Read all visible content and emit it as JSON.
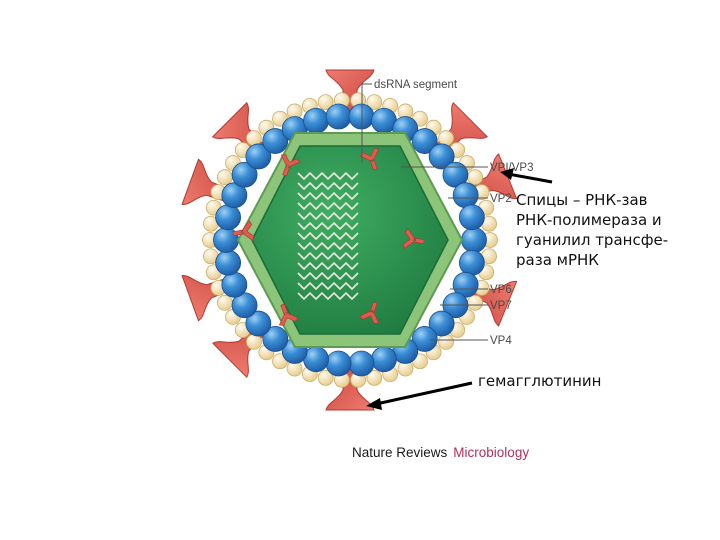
{
  "labels": {
    "dsrna": "dsRNA segment",
    "vp1vp3": "VPI/VP3",
    "vp2": "VP2",
    "vp6": "VP6",
    "vp7": "VP7",
    "vp4": "VP4"
  },
  "annotations": {
    "spikes_lines": [
      "Спицы – РНК-зав",
      "РНК-полимераза и",
      "гуанилил трансфе-",
      "раза мРНК"
    ],
    "hemagglutinin": "гемагглютинин"
  },
  "credit": {
    "journal": "Nature Reviews",
    "section": "Microbiology"
  },
  "colors": {
    "outer_bead": "#f5e3b0",
    "middle_bead": "#2f82c8",
    "inner_shell": "#8cc47a",
    "core": "#2f9a55",
    "spike": "#d9544a",
    "rna_zigzag": "#e8e6da"
  },
  "icons": [
    "vp4-spike-icon",
    "vp1-vp3-enzyme-icon"
  ]
}
